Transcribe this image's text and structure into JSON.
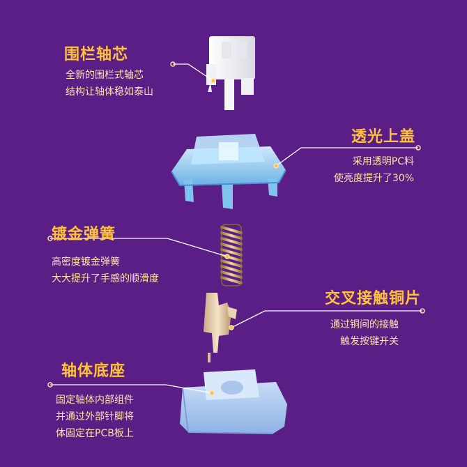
{
  "sections": [
    {
      "title": "围栏轴芯",
      "lines": [
        "全新的围栏式轴芯",
        "结构让轴体稳如泰山"
      ]
    },
    {
      "title": "透光上盖",
      "lines": [
        "采用透明PC料",
        "使亮度提升了30%"
      ]
    },
    {
      "title": "镀金弹簧",
      "lines": [
        "高密度镀金弹簧",
        "大大提升了手感的顺滑度"
      ]
    },
    {
      "title": "交叉接触铜片",
      "lines": [
        "通过铜间的接触",
        "触发按键开关"
      ]
    },
    {
      "title": "轴体底座",
      "lines": [
        "固定轴体内部组件",
        "并通过外部针脚将",
        "体固定在PCB板上"
      ]
    }
  ],
  "colors": {
    "background": "#5a1e86",
    "title": "#ffc23a",
    "text": "#ffe3a6",
    "line": "#ffffff"
  }
}
